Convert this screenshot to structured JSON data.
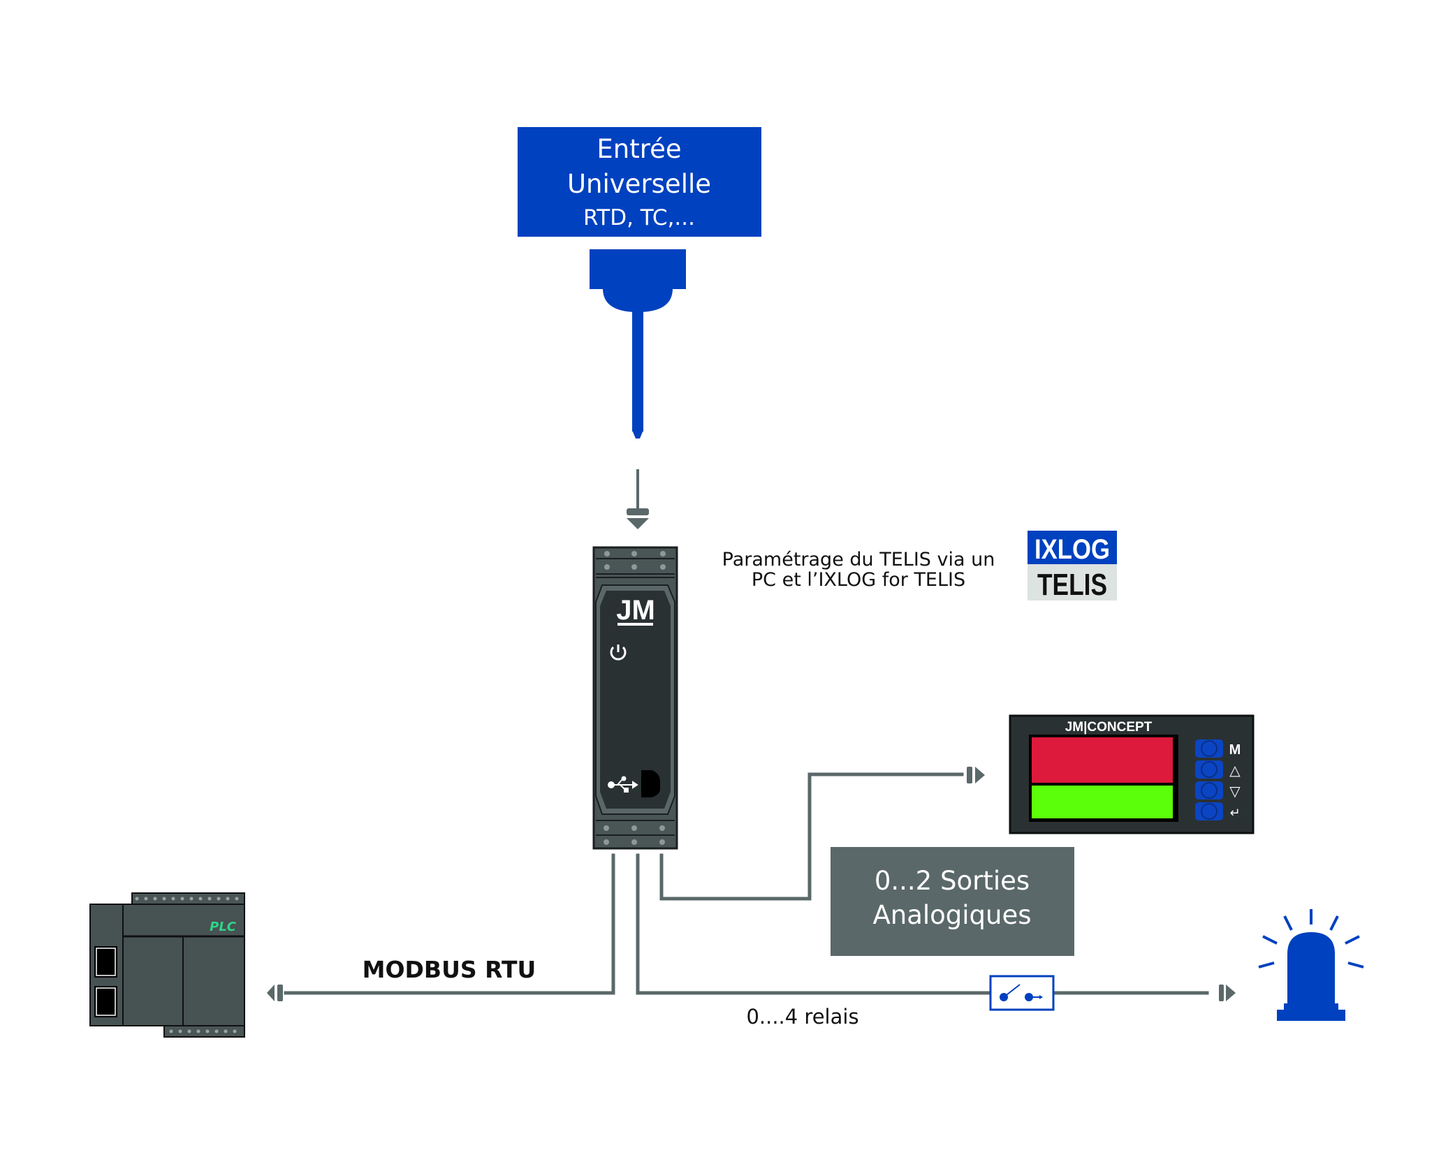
{
  "diagram": {
    "colors": {
      "brand_blue": "#0041bf",
      "wire_gray": "#5b6869",
      "device_dark": "#2a3132",
      "device_frame": "#4a5556",
      "display_red": "#dd1a3b",
      "display_green": "#5cff0a",
      "plc_green": "#2fd488",
      "label_gray_box": "#5b6869",
      "telis_bg": "#dde3e0"
    },
    "input_box": {
      "line1": "Entrée",
      "line2": "Universelle",
      "line3": "RTD, TC,..."
    },
    "sensor": {
      "icon": "temperature-probe-icon"
    },
    "input_arrow": {
      "icon": "input-arrow-down-icon"
    },
    "transmitter": {
      "logo": "JM",
      "power_icon": "power-icon",
      "usb_icon": "usb-icon",
      "usb_port_icon": "usb-port-icon"
    },
    "config_note": {
      "line1": "Paramétrage du TELIS via un",
      "line2": "PC et l’IXLOG for TELIS"
    },
    "software_logo": {
      "top": "IXLOG",
      "bottom": "TELIS"
    },
    "panel_meter": {
      "brand": "JM|CONCEPT",
      "buttons": [
        {
          "label": "M",
          "icon": "menu-m-icon"
        },
        {
          "label": "△",
          "icon": "triangle-up-icon"
        },
        {
          "label": "▽",
          "icon": "triangle-down-icon"
        },
        {
          "label": "↵",
          "icon": "enter-icon"
        }
      ]
    },
    "analog_outputs_box": {
      "line1": "0...2 Sorties",
      "line2": "Analogiques"
    },
    "modbus_label": "MODBUS RTU",
    "relay_label": "0....4 relais",
    "plc": {
      "label": "PLC"
    },
    "beacon": {
      "icon": "alarm-beacon-icon"
    },
    "relay_switch": {
      "icon": "relay-contact-icon"
    }
  }
}
